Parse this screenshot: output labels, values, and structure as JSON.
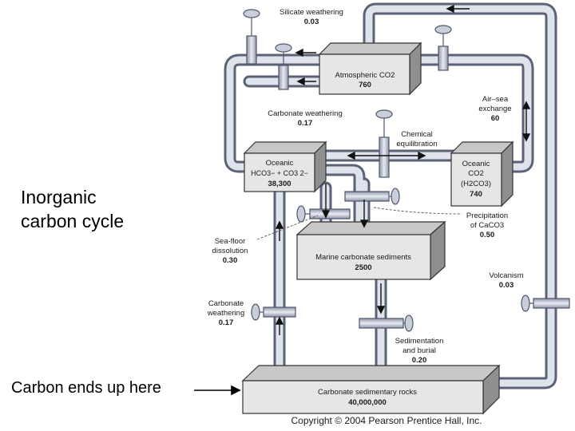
{
  "slide": {
    "title_line1": "Inorganic",
    "title_line2": "carbon cycle",
    "note": "Carbon ends up here"
  },
  "reservoirs": {
    "atmospheric": {
      "label": "Atmospheric CO2",
      "value": "760"
    },
    "oceanic_hco3": {
      "line1": "Oceanic",
      "line2": "HCO3− + CO3 2−",
      "value": "38,300"
    },
    "oceanic_co2": {
      "line1": "Oceanic",
      "line2": "CO2",
      "line3": "(H2CO3)",
      "value": "740"
    },
    "marine_sediments": {
      "label": "Marine carbonate sediments",
      "value": "2500"
    },
    "sedimentary_rocks": {
      "label": "Carbonate sedimentary rocks",
      "value": "40,000,000"
    }
  },
  "fluxes": {
    "silicate_weathering": {
      "label": "Silicate weathering",
      "value": "0.03"
    },
    "carbonate_weathering_top": {
      "label": "Carbonate weathering",
      "value": "0.17"
    },
    "chemical_equilibration": {
      "line1": "Chemical",
      "line2": "equilibration"
    },
    "air_sea": {
      "line1": "Air–sea",
      "line2": "exchange",
      "value": "60"
    },
    "precipitation": {
      "line1": "Precipitation",
      "line2": "of CaCO3",
      "value": "0.50"
    },
    "sea_floor": {
      "line1": "Sea-floor",
      "line2": "dissolution",
      "value": "0.30"
    },
    "volcanism": {
      "label": "Volcanism",
      "value": "0.03"
    },
    "carbonate_weathering_bottom": {
      "line1": "Carbonate",
      "line2": "weathering",
      "value": "0.17"
    },
    "sedimentation": {
      "line1": "Sedimentation",
      "line2": "and burial",
      "value": "0.20"
    }
  },
  "copyright": "Copyright © 2004 Pearson Prentice Hall, Inc."
}
